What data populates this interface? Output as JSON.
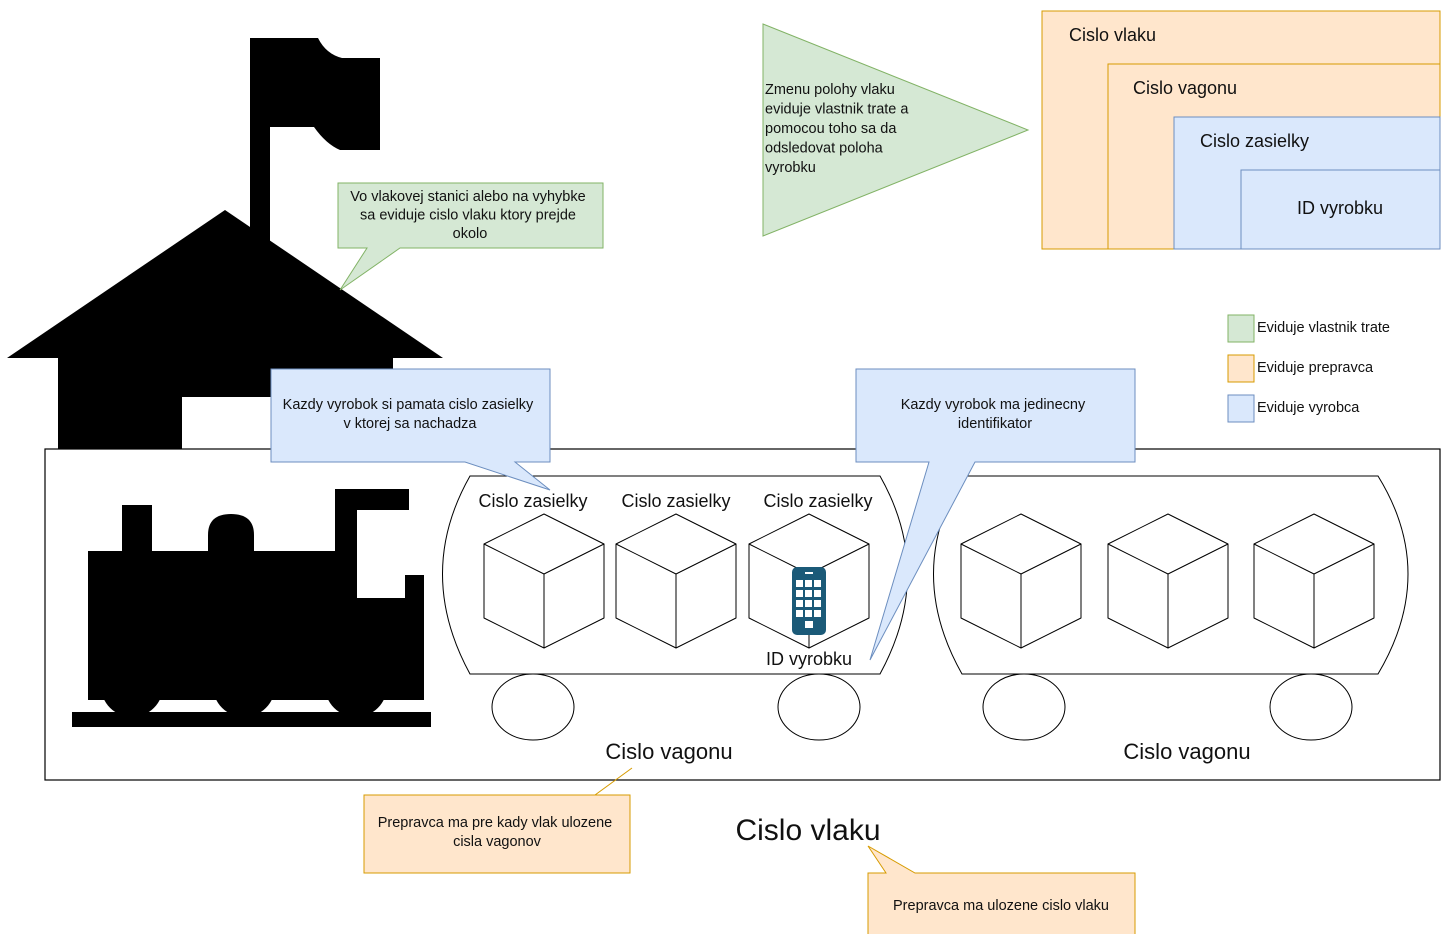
{
  "colors": {
    "green_fill": "#d5e8d4",
    "green_stroke": "#82b366",
    "orange_fill": "#ffe6cc",
    "orange_stroke": "#d79b00",
    "blue_fill": "#dae8fc",
    "blue_stroke": "#6c8ebf",
    "barcode": "#1b5a78"
  },
  "nesting": {
    "train": "Cislo vlaku",
    "wagon": "Cislo vagonu",
    "shipment": "Cislo zasielky",
    "product": "ID vyrobku"
  },
  "triangle_note": [
    "Zmenu polohy vlaku",
    "eviduje vlastnik trate a",
    "pomocou toho sa da",
    "odsledovat poloha",
    "vyrobku"
  ],
  "station_note": [
    "Vo vlakovej stanici alebo na vyhybke",
    "sa eviduje cislo vlaku ktory prejde",
    "okolo"
  ],
  "shipment_note": [
    "Kazdy vyrobok si pamata cislo zasielky",
    "v ktorej sa nachadza"
  ],
  "product_note": [
    "Kazdy vyrobok ma jedinecny",
    "identifikator"
  ],
  "carrier_wagon_note": [
    "Prepravca ma pre kady vlak ulozene",
    "cisla vagonov"
  ],
  "carrier_train_note": [
    "Prepravca ma ulozene cislo vlaku"
  ],
  "legend": [
    {
      "label": "Eviduje vlastnik trate",
      "color": "green"
    },
    {
      "label": "Eviduje prepravca",
      "color": "orange"
    },
    {
      "label": "Eviduje vyrobca",
      "color": "blue"
    }
  ],
  "wagon1": {
    "shipment_labels": [
      "Cislo zasielky",
      "Cislo zasielky",
      "Cislo zasielky"
    ],
    "product_label": "ID vyrobku",
    "label": "Cislo vagonu"
  },
  "wagon2": {
    "label": "Cislo vagonu"
  },
  "train_label": "Cislo vlaku",
  "icons": [
    "station-house-icon",
    "flag-icon",
    "locomotive-icon",
    "package-box-icon",
    "barcode-tag-icon",
    "wheel-icon"
  ]
}
